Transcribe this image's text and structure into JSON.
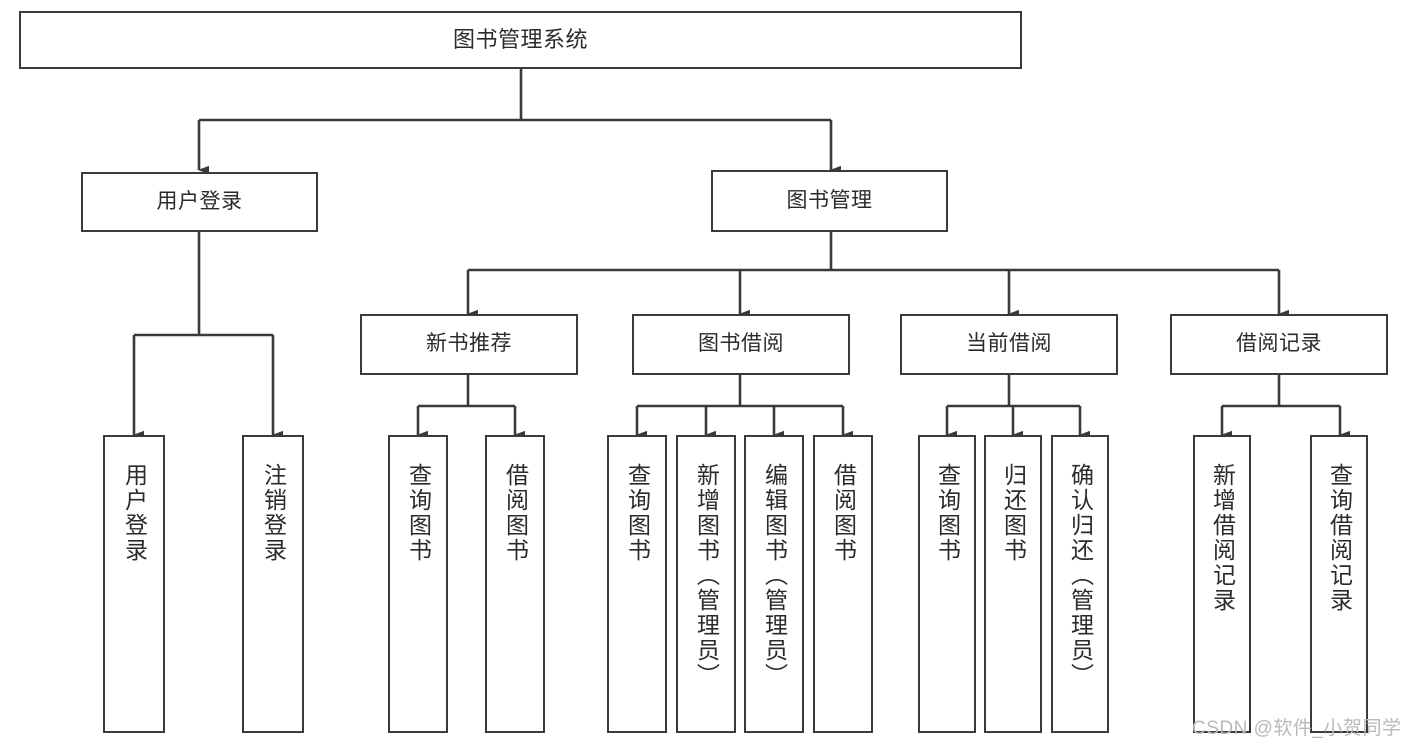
{
  "diagram": {
    "title": "图书管理系统",
    "stroke_color": "#3a3a3a",
    "text_color": "#2b2b2b",
    "background_color": "#ffffff",
    "root": {
      "label": "图书管理系统"
    },
    "level2": [
      {
        "label": "用户登录"
      },
      {
        "label": "图书管理"
      }
    ],
    "level3": [
      {
        "label": "新书推荐"
      },
      {
        "label": "图书借阅"
      },
      {
        "label": "当前借阅"
      },
      {
        "label": "借阅记录"
      }
    ],
    "leaves": {
      "user_login": [
        {
          "label": "用户登录"
        },
        {
          "label": "注销登录"
        }
      ],
      "new_book_recommend": [
        {
          "label": "查询图书"
        },
        {
          "label": "借阅图书"
        }
      ],
      "book_borrow": [
        {
          "label": "查询图书"
        },
        {
          "label": "新增图书（管理员）"
        },
        {
          "label": "编辑图书（管理员）"
        },
        {
          "label": "借阅图书"
        }
      ],
      "current_borrow": [
        {
          "label": "查询图书"
        },
        {
          "label": "归还图书"
        },
        {
          "label": "确认归还（管理员）"
        }
      ],
      "borrow_record": [
        {
          "label": "新增借阅记录"
        },
        {
          "label": "查询借阅记录"
        }
      ]
    }
  },
  "watermark": {
    "text": "CSDN @软件_小贺同学",
    "color": "#b9b9b9"
  }
}
